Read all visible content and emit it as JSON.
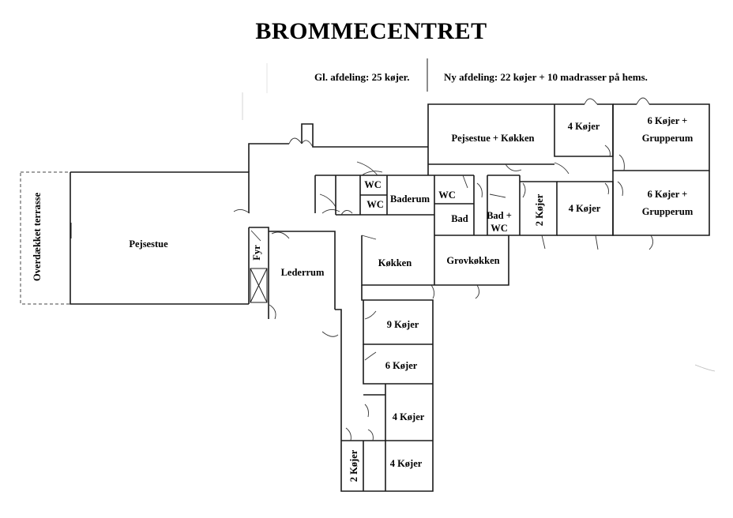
{
  "title": "BROMMECENTRET",
  "notes": {
    "old_wing": "Gl. afdeling: 25 køjer.",
    "new_wing": "Ny afdeling: 22 køjer + 10 madrasser på hems."
  },
  "rooms": {
    "terrace": "Overdækket terrasse",
    "pejsestue": "Pejsestue",
    "fyr": "Fyr",
    "lederrum": "Lederrum",
    "wc_1": "WC",
    "wc_2": "WC",
    "baderum": "Baderum",
    "wc_3": "WC",
    "bad": "Bad",
    "bad_wc_1": "Bad +",
    "bad_wc_2": "WC",
    "two_bunks_east": "2 Køjer",
    "pejsestue_kokken": "Pejsestue + Køkken",
    "four_bunks_a": "4 Køjer",
    "six_bunks_a_1": "6 Køjer +",
    "six_bunks_a_2": "Grupperum",
    "four_bunks_b": "4 Køjer",
    "six_bunks_b_1": "6 Køjer +",
    "six_bunks_b_2": "Grupperum",
    "kokken": "Køkken",
    "grovkokken": "Grovkøkken",
    "nine_bunks": "9 Køjer",
    "six_bunks_c": "6 Køjer",
    "four_bunks_c": "4 Køjer",
    "two_bunks_south": "2 Køjer",
    "four_bunks_d": "4 Køjer"
  }
}
